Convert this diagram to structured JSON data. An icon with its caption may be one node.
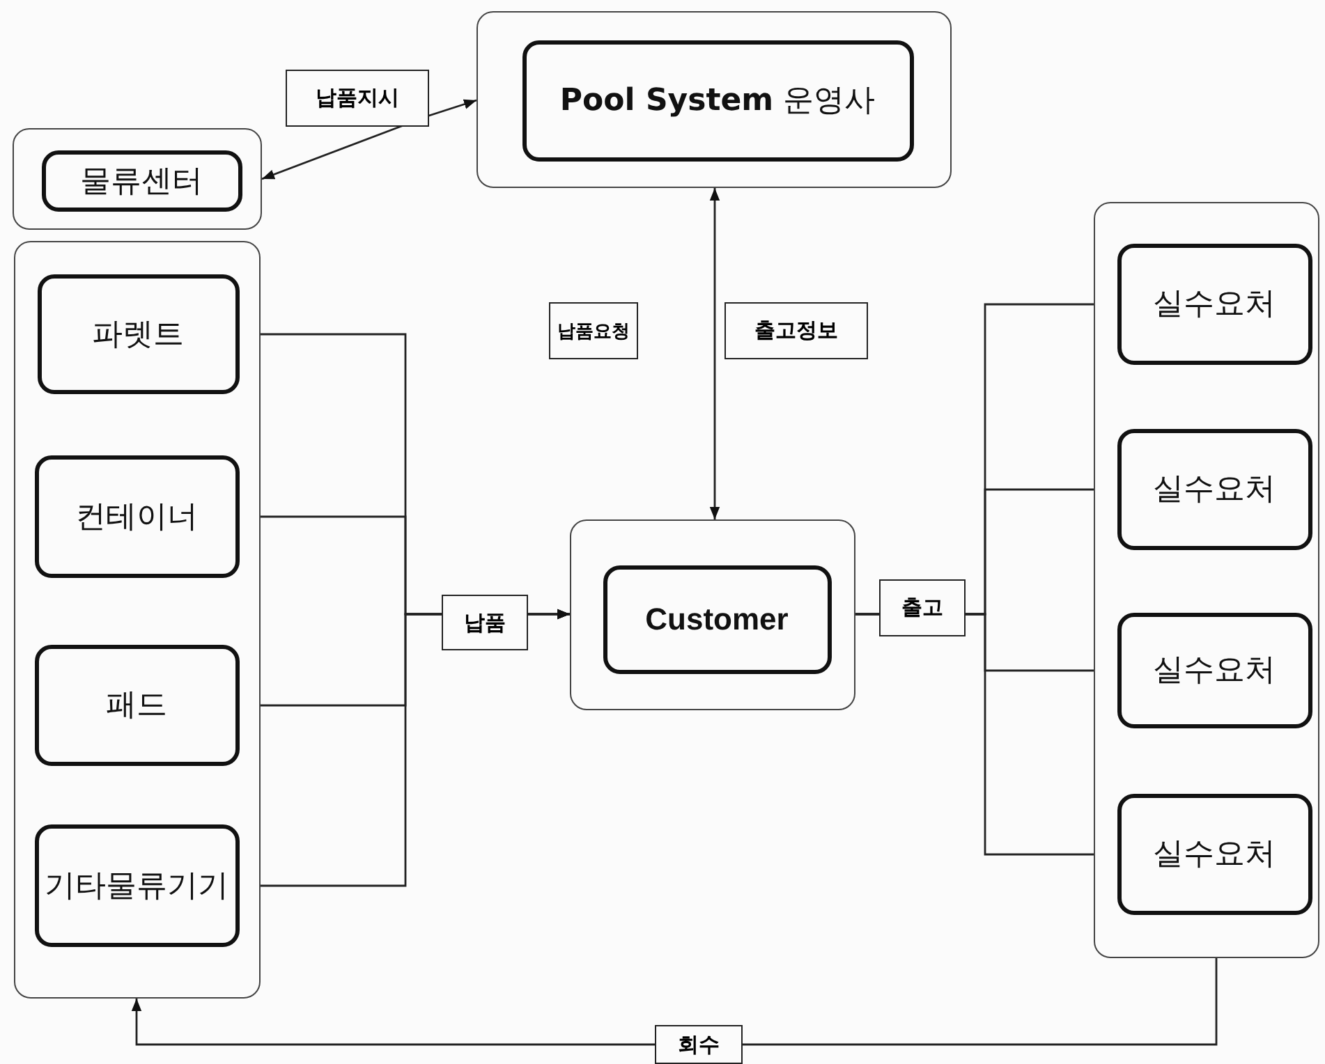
{
  "diagram": {
    "nodes": [
      {
        "text": [],
        "shape": "box"
      },
      {
        "text": [
          "**Pool System** 운영사"
        ],
        "in": 0
      },
      {
        "text": [],
        "shape": "box"
      },
      {
        "text": [
          "물류센터"
        ],
        "in": 2
      },
      {
        "text": [],
        "shape": "box"
      },
      {
        "text": [
          "파렛트"
        ],
        "in": 4
      },
      {
        "text": [
          "컨테이너"
        ],
        "in": 4
      },
      {
        "text": [
          "패드"
        ],
        "in": 4
      },
      {
        "text": [
          "기타물류기기"
        ],
        "in": 4
      },
      {
        "text": [],
        "shape": "box"
      },
      {
        "text": [
          "Customer"
        ],
        "in": 9
      },
      {
        "text": [],
        "shape": "box"
      },
      {
        "text": [
          "실수요처"
        ],
        "in": 11
      },
      {
        "text": [
          "실수요처"
        ],
        "in": 11
      },
      {
        "text": [
          "실수요처"
        ],
        "in": 11
      },
      {
        "text": [
          "실수요처"
        ],
        "in": 11
      }
    ],
    "edges": [
      {
        "from": 2,
        "to": 0,
        "arrow": "both",
        "label": "납품지시"
      },
      {
        "from": 0,
        "to": 9,
        "arrow": "both",
        "label": "납품요청"
      },
      {
        "from": 5,
        "to": 9,
        "arrow": "to",
        "label": "납품"
      },
      {
        "from": 6,
        "to": 9,
        "arrow": "to"
      },
      {
        "from": 7,
        "to": 9,
        "arrow": "to"
      },
      {
        "from": 8,
        "to": 9,
        "arrow": "to"
      },
      {
        "from": 9,
        "to": 12,
        "arrow": "to",
        "label": "출고"
      },
      {
        "from": 9,
        "to": 13,
        "arrow": "to"
      },
      {
        "from": 9,
        "to": 14,
        "arrow": "to"
      },
      {
        "from": 9,
        "to": 15,
        "arrow": "to"
      },
      {
        "from": 11,
        "to": 4,
        "arrow": "to",
        "label": "회수"
      }
    ],
    "labels": [
      "출고정보"
    ]
  }
}
